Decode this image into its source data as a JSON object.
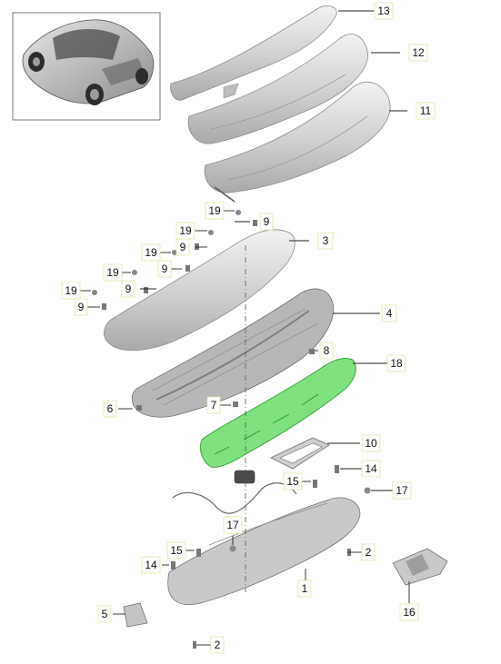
{
  "diagram": {
    "callouts": [
      "13",
      "12",
      "11",
      "19",
      "9",
      "3",
      "4",
      "8",
      "18",
      "6",
      "7",
      "10",
      "14",
      "15",
      "17",
      "2",
      "1",
      "5",
      "16"
    ],
    "colors": {
      "highlight": "#7fe27f",
      "highlight_stroke": "#3aa53a",
      "part_fill": "#dcdcdc",
      "part_stroke": "#8a8a8a",
      "label_box": "#e3e6a6"
    }
  }
}
